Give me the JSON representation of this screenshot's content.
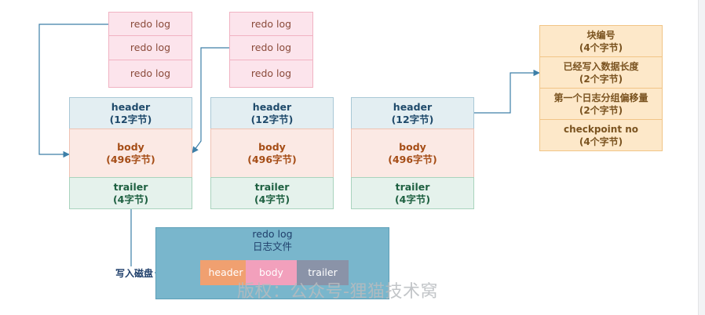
{
  "redo_logs": {
    "top_left": [
      "redo log",
      "redo log",
      "redo log"
    ],
    "top_mid": [
      "redo log",
      "redo log",
      "redo log"
    ]
  },
  "blocks": [
    {
      "header": "header",
      "header_size": "(12字节)",
      "body": "body",
      "body_size": "(496字节)",
      "trailer": "trailer",
      "trailer_size": "(4字节)"
    },
    {
      "header": "header",
      "header_size": "(12字节)",
      "body": "body",
      "body_size": "(496字节)",
      "trailer": "trailer",
      "trailer_size": "(4字节)"
    },
    {
      "header": "header",
      "header_size": "(12字节)",
      "body": "body",
      "body_size": "(496字节)",
      "trailer": "trailer",
      "trailer_size": "(4字节)"
    }
  ],
  "header_fields": [
    {
      "name": "块编号",
      "size": "(4个字节)"
    },
    {
      "name": "已经写入数据长度",
      "size": "(2个字节)"
    },
    {
      "name": "第一个日志分组偏移量",
      "size": "(2个字节)"
    },
    {
      "name": "checkpoint no",
      "size": "(4个字节)"
    }
  ],
  "file": {
    "title": "redo log",
    "subtitle": "日志文件",
    "segments": [
      "header",
      "body",
      "trailer"
    ]
  },
  "write_label": "写入磁盘",
  "watermark": "版权：公众号-狸猫技术窝",
  "colors": {
    "file_bg": "#79b6cc",
    "seg_header": "#f0a070",
    "seg_body": "#f2a0bc",
    "seg_trailer": "#8a93a8",
    "arrow": "#3d7fa8"
  }
}
